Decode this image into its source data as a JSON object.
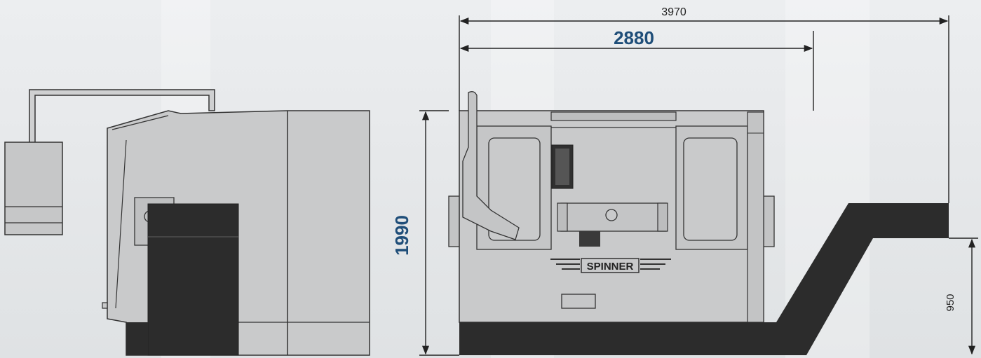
{
  "dimensions": {
    "overall_length": "3970",
    "machine_length": "2880",
    "height": "1990",
    "chip_conveyor_height": "950"
  },
  "branding": {
    "logo_text": "SPINNER"
  },
  "colors": {
    "machine_body": "#c9cacb",
    "machine_base": "#2c2c2c",
    "dimension_line": "#222222",
    "dimension_highlight": "#1f4e79",
    "background": "#e6e8ea"
  }
}
